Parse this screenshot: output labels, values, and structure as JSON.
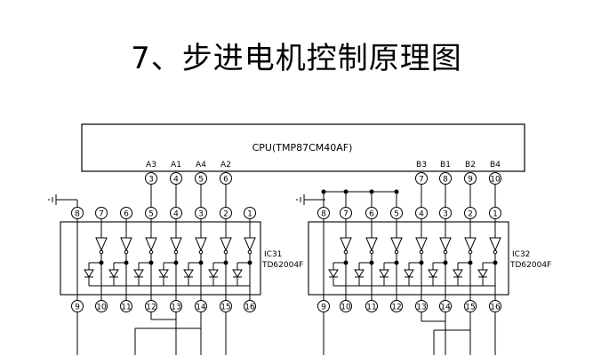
{
  "title": "7、步进电机控制原理图",
  "cpu": {
    "label": "CPU(TMP87CM40AF)"
  },
  "cpu_pins_left": [
    {
      "signal": "A3",
      "pin": "3"
    },
    {
      "signal": "A1",
      "pin": "4"
    },
    {
      "signal": "A4",
      "pin": "5"
    },
    {
      "signal": "A2",
      "pin": "6"
    }
  ],
  "cpu_pins_right": [
    {
      "signal": "B3",
      "pin": "7"
    },
    {
      "signal": "B1",
      "pin": "8"
    },
    {
      "signal": "B2",
      "pin": "9"
    },
    {
      "signal": "B4",
      "pin": "10"
    }
  ],
  "chips": [
    {
      "ref": "IC31",
      "part": "TD62004F",
      "top_pins": [
        "8",
        "7",
        "6",
        "5",
        "4",
        "3",
        "2",
        "1"
      ],
      "bottom_pins": [
        "9",
        "10",
        "11",
        "12",
        "13",
        "14",
        "15",
        "16"
      ]
    },
    {
      "ref": "IC32",
      "part": "TD62004F",
      "top_pins": [
        "8",
        "7",
        "6",
        "5",
        "4",
        "3",
        "2",
        "1"
      ],
      "bottom_pins": [
        "9",
        "10",
        "11",
        "12",
        "13",
        "14",
        "15",
        "16"
      ]
    }
  ]
}
